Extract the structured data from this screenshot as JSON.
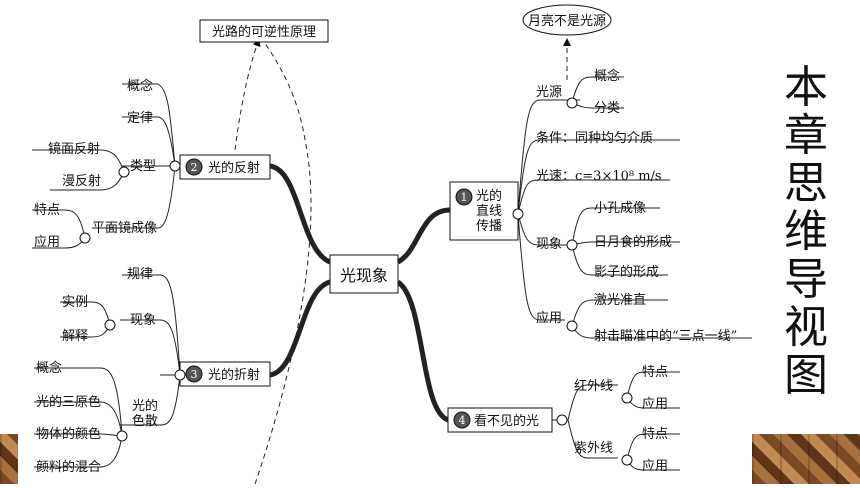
{
  "center": "光现象",
  "title_vertical": "本章思维导视图",
  "branches": {
    "reflection": {
      "num": "2",
      "label": "光的反射",
      "items": {
        "concept": "概念",
        "law": "定律",
        "type": "类型",
        "specular": "镜面反射",
        "diffuse": "漫反射",
        "plane_mirror": "平面镜成像",
        "feature": "特点",
        "application": "应用"
      }
    },
    "refraction": {
      "num": "3",
      "label": "光的折射",
      "items": {
        "law": "规律",
        "phenomenon": "现象",
        "example": "实例",
        "explain": "解释",
        "dispersion": "光的\n色散",
        "concept": "概念",
        "three_primary": "光的三原色",
        "object_color": "物体的颜色",
        "pigment_mix": "颜料的混合"
      }
    },
    "linear": {
      "num": "1",
      "label": "光的\n直线\n传播",
      "items": {
        "source": "光源",
        "concept": "概念",
        "classify": "分类",
        "condition": "条件：同种均匀介质",
        "speed": "光速：c=3×10⁸ m/s",
        "phenomenon": "现象",
        "pinhole": "小孔成像",
        "eclipse": "日月食的形成",
        "shadow": "影子的形成",
        "application": "应用",
        "laser": "激光准直",
        "aim": "射击瞄准中的“三点一线”"
      }
    },
    "invisible": {
      "num": "4",
      "label": "看不见的光",
      "items": {
        "infrared": "红外线",
        "ir_feature": "特点",
        "ir_app": "应用",
        "ultraviolet": "紫外线",
        "uv_feature": "特点",
        "uv_app": "应用"
      }
    }
  },
  "callouts": {
    "reversibility": "光路的可逆性原理",
    "moon": "月亮不是光源"
  }
}
